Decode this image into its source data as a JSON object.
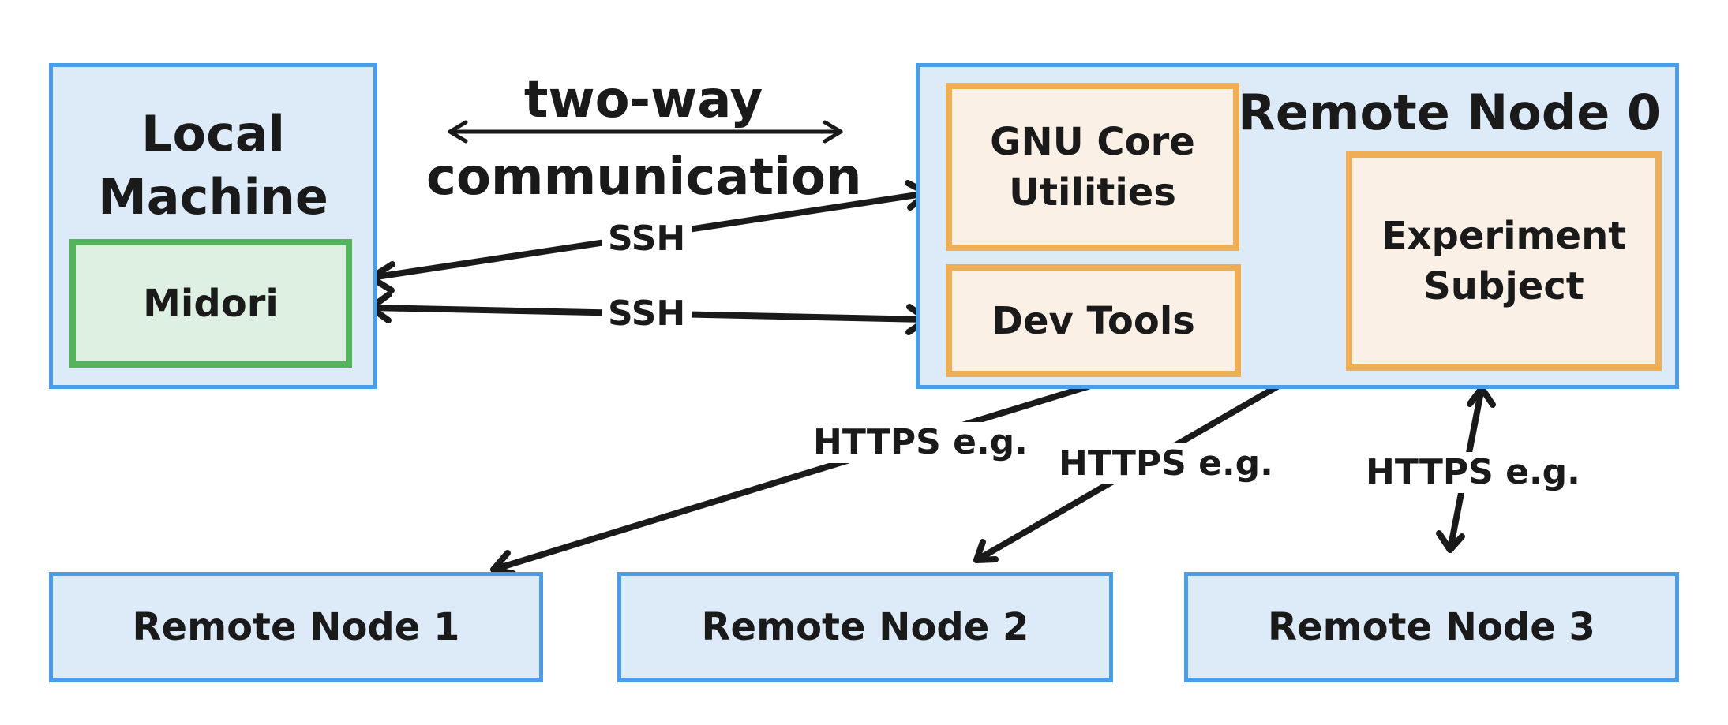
{
  "nodes": {
    "local_machine": "Local\nMachine",
    "midori": "Midori",
    "remote_node_0": "Remote Node 0",
    "gnu_core_utilities": "GNU Core\nUtilities",
    "dev_tools": "Dev Tools",
    "experiment_subject": "Experiment\nSubject",
    "remote_node_1": "Remote Node 1",
    "remote_node_2": "Remote Node 2",
    "remote_node_3": "Remote Node 3"
  },
  "legend": {
    "two_way_communication": "two-way\ncommunication"
  },
  "edges": {
    "ssh_gnu": "SSH",
    "ssh_dev": "SSH",
    "https_node1": "HTTPS e.g.",
    "https_node2": "HTTPS e.g.",
    "https_node3": "HTTPS e.g."
  },
  "colors": {
    "machine_fill": "#ddebf9",
    "machine_border": "#4a9de8",
    "tool_fill": "#fbf0e6",
    "tool_border": "#efae56",
    "client_fill": "#ddf0e1",
    "client_border": "#53b45b",
    "arrow": "#1a1a1a"
  }
}
